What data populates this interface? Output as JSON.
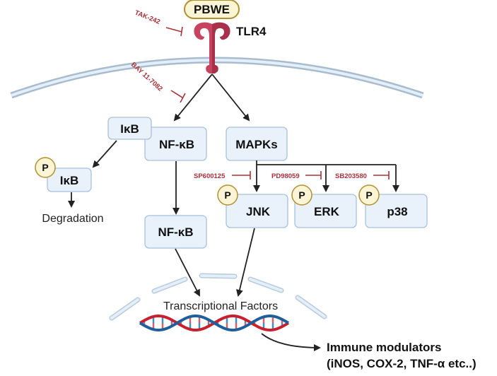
{
  "ligand": {
    "label": "PBWE"
  },
  "receptor": {
    "label": "TLR4"
  },
  "inhibitors": {
    "tak": "TAK-242",
    "bay": "BAY 11-7082",
    "sp": "SP600125",
    "pd": "PD98059",
    "sb": "SB203580"
  },
  "nodes": {
    "ikb_complex": "IκB",
    "nfkb_complex": "NF-κB",
    "mapks": "MAPKs",
    "ikb_phos": "IκB",
    "degradation": "Degradation",
    "nfkb_nuclear": "NF-κB",
    "jnk": "JNK",
    "erk": "ERK",
    "p38": "p38"
  },
  "phospho_label": "P",
  "nucleus": {
    "label": "Transcriptional Factors"
  },
  "output": {
    "line1": "Immune modulators",
    "line2": "(iNOS, COX-2, TNF-α etc..)"
  },
  "colors": {
    "inhibitor": "#a8323a",
    "receptor": "#c8435f",
    "box_fill": "#e9f1fb",
    "dna_red": "#c8202c",
    "dna_blue": "#1f5f9c"
  }
}
